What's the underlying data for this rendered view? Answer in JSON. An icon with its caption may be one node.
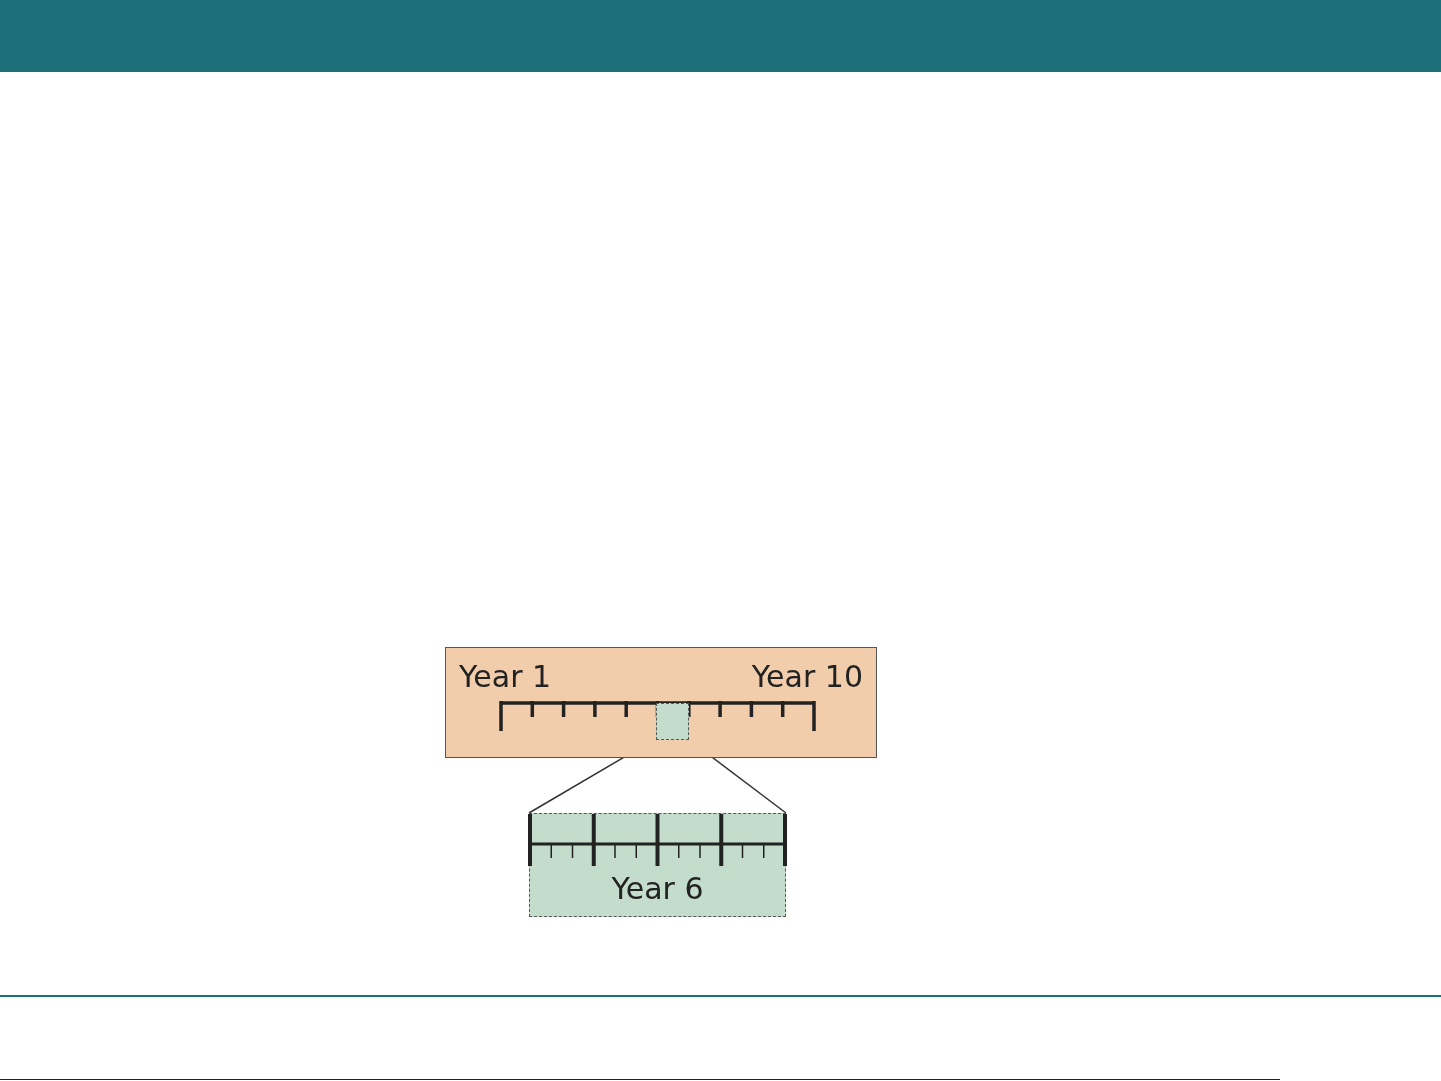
{
  "diagram": {
    "nodes": [
      {
        "text": [
          "Year 1",
          "Year 10"
        ]
      },
      {
        "text": [],
        "shape": "box",
        "in": 0
      },
      {
        "text": [
          "Year 6"
        ]
      }
    ],
    "edges": [
      {
        "from": 1,
        "to": 2,
        "arrow": "none"
      },
      {
        "from": 1,
        "to": 2,
        "arrow": "none"
      }
    ]
  }
}
